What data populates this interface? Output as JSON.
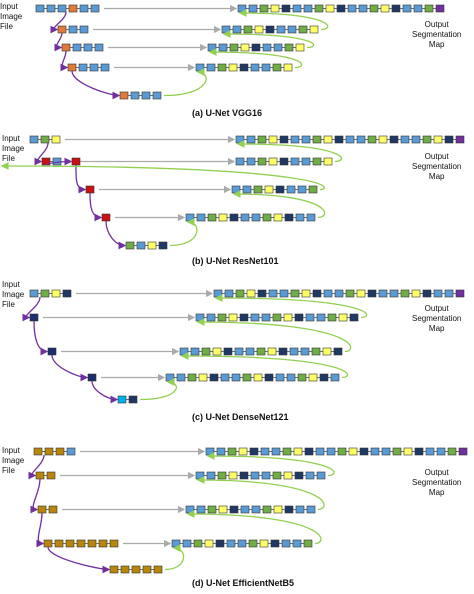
{
  "panels": [
    {
      "caption": "(a)  U-Net VGG16",
      "input_label": [
        "Input",
        "Image",
        "File"
      ],
      "output_label": [
        "Output",
        "Segmentation",
        "Map"
      ],
      "encoder_color": "#e07b39"
    },
    {
      "caption": "(b)  U-Net ResNet101",
      "input_label": [
        "Input",
        "Image",
        "File"
      ],
      "output_label": [
        "Output",
        "Segmentation",
        "Map"
      ],
      "encoder_color": "#cc1111"
    },
    {
      "caption": "(c)  U-Net DenseNet121",
      "input_label": [
        "Input",
        "Image",
        "File"
      ],
      "output_label": [
        "Output",
        "Segmentation",
        "Map"
      ],
      "encoder_color": "#1a2f6b"
    },
    {
      "caption": "(d)  U-Net EfficientNetB5",
      "input_label": [
        "Input",
        "Image",
        "File"
      ],
      "output_label": [
        "Output",
        "Segmentation",
        "Map"
      ],
      "encoder_color": "#b8860b"
    }
  ],
  "colors": {
    "conv_blue": "#5b9bd5",
    "green": "#70ad47",
    "yellow": "#ffff66",
    "navy": "#1f3864",
    "purple": "#7030a0",
    "skip_gray": "#aaaaaa",
    "skip_green": "#92d050",
    "cyan": "#00b0f0"
  }
}
